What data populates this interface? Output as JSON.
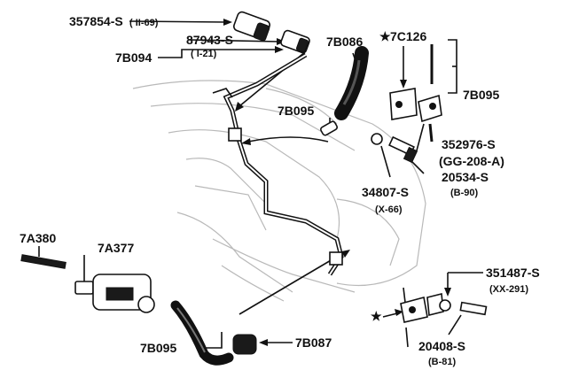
{
  "labels": {
    "p357854": "357854-S",
    "p357854_sub": "( II-69)",
    "p87943": "87943-S",
    "p87943_sub": "( I-21)",
    "p7b094": "7B094",
    "p7b086": "7B086",
    "p7c126": "7C126",
    "p7c126_star": "★",
    "p7b095_tr": "7B095",
    "p7b095_mid": "7B095",
    "p352976": "352976-S",
    "p352976_sub": "(GG-208-A)",
    "p20534": "20534-S",
    "p20534_sub": "(B-90)",
    "p34807": "34807-S",
    "p34807_sub": "(X-66)",
    "p7a380": "7A380",
    "p7a377": "7A377",
    "p351487": "351487-S",
    "p351487_sub": "(XX-291)",
    "p20408": "20408-S",
    "p20408_sub": "(B-81)",
    "p7b095_bot": "7B095",
    "p7b087": "7B087",
    "star_bottom": "★"
  }
}
